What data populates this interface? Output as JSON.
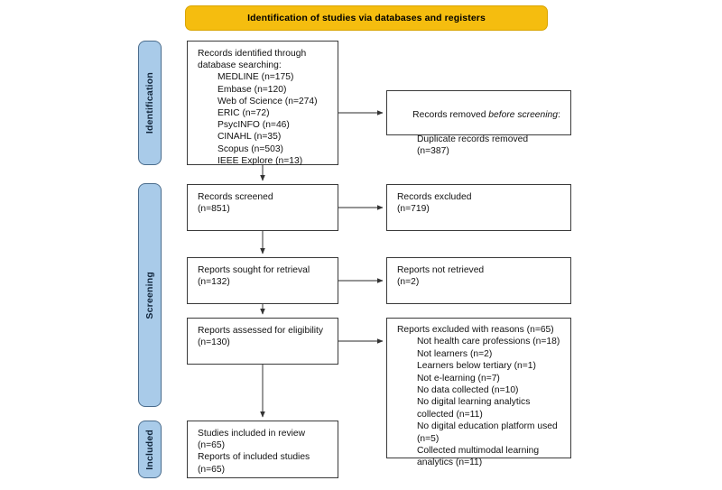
{
  "header": {
    "title": "Identification of studies via databases and registers"
  },
  "stages": [
    {
      "id": "identification",
      "label": "Identification"
    },
    {
      "id": "screening",
      "label": "Screening"
    },
    {
      "id": "included",
      "label": "Included"
    }
  ],
  "boxes": {
    "records_identified": {
      "title_line1": "Records identified through",
      "title_line2": "database searching:",
      "sources": [
        "MEDLINE (n=175)",
        "Embase (n=120)",
        "Web of Science (n=274)",
        "ERIC (n=72)",
        "PsycINFO (n=46)",
        "CINAHL (n=35)",
        "Scopus (n=503)",
        "IEEE Explore (n=13)"
      ]
    },
    "records_removed": {
      "title_prefix": "Records removed ",
      "title_italic": "before screening",
      "title_suffix": ":",
      "detail": "Duplicate records removed",
      "count": "(n=387)"
    },
    "records_screened": {
      "label": "Records screened",
      "count": "(n=851)"
    },
    "records_excluded": {
      "label": "Records excluded",
      "count": "(n=719)"
    },
    "reports_sought": {
      "label": "Reports sought for retrieval",
      "count": "(n=132)"
    },
    "reports_not_retrieved": {
      "label": "Reports not retrieved",
      "count": "(n=2)"
    },
    "reports_assessed": {
      "label": "Reports assessed for eligibility",
      "count": "(n=130)"
    },
    "reports_excluded": {
      "heading": "Reports excluded with reasons (n=65)",
      "reasons": [
        "Not health care professions (n=18)",
        "Not learners (n=2)",
        "Learners below tertiary (n=1)",
        "Not e-learning (n=7)",
        "No data collected (n=10)",
        "No digital learning analytics",
        "collected (n=11)",
        "No digital education platform used",
        "(n=5)",
        "Collected multimodal learning",
        "analytics (n=11)"
      ]
    },
    "studies_included": {
      "line1": "Studies included in review",
      "line2": "(n=65)",
      "line3": "Reports of included studies",
      "line4": "(n=65)"
    }
  },
  "colors": {
    "header_fill": "#f5bd0f",
    "stage_fill": "#a9cbe9",
    "stage_border": "#4a6c8c",
    "box_border": "#3a3a3a",
    "connector": "#555555",
    "page_background": "#ffffff"
  }
}
